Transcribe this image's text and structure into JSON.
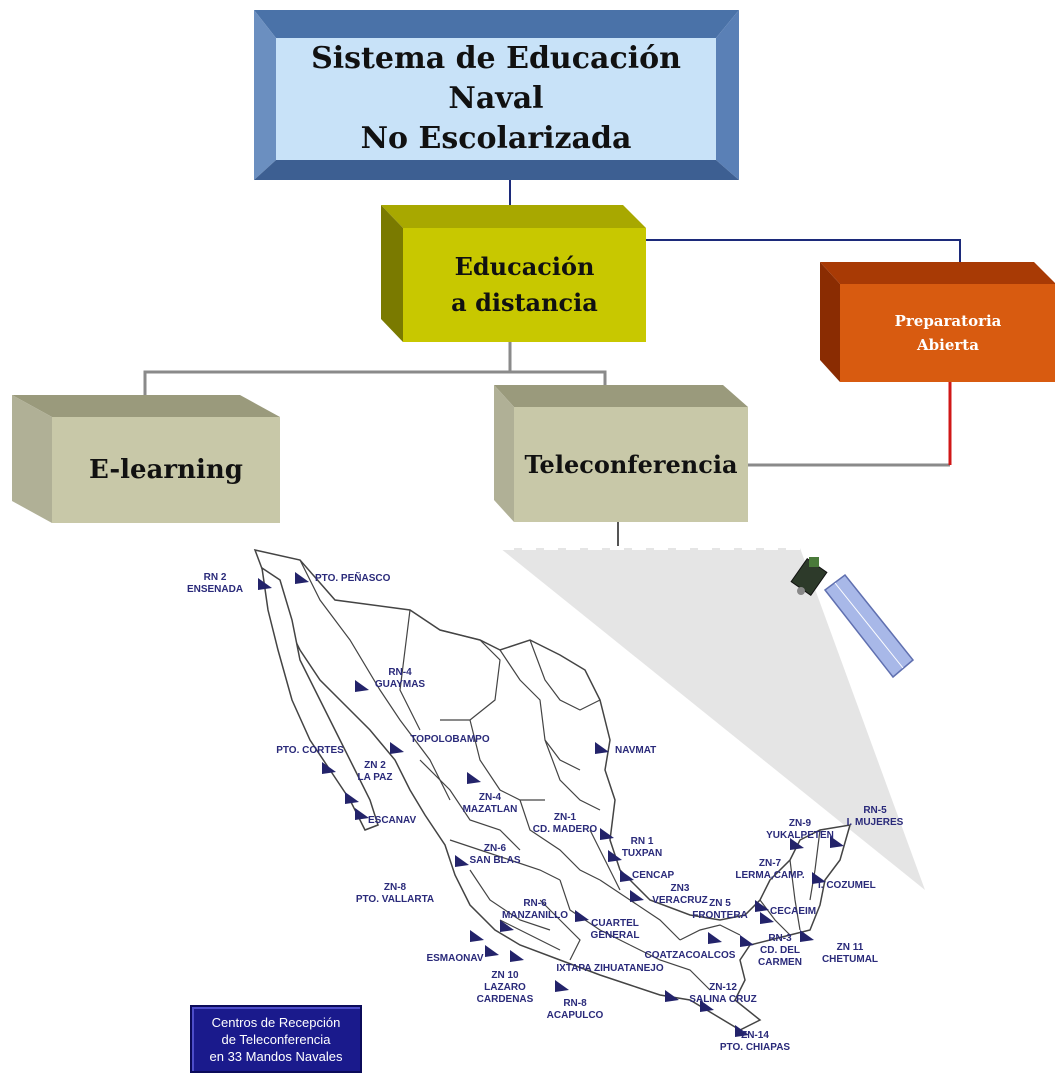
{
  "boxes": {
    "root": "Sistema de Educación Naval\nNo Escolarizada",
    "distance": "Educación\na distancia",
    "prep": "Preparatoria\nAbierta",
    "elearning": "E-learning",
    "teleconf": "Teleconferencia"
  },
  "map": {
    "legend": "Centros de Recepción\nde Teleconferencia\nen 33 Mandos Navales",
    "places": {
      "rn2": "RN 2\nENSENADA",
      "penasco": "PTO. PEÑASCO",
      "rn4": "RN-4\nGUAYMAS",
      "topolobampo": "TOPOLOBAMPO",
      "navmat": "NAVMAT",
      "cortes": "PTO. CORTES",
      "zn2": "ZN 2\nLA PAZ",
      "zn4": "ZN-4\nMAZATLAN",
      "escanav": "ESCANAV",
      "zn1": "ZN-1\nCD. MADERO",
      "rn1": "RN 1\nTUXPAN",
      "zn6": "ZN-6\nSAN BLAS",
      "cencap": "CENCAP",
      "zn3": "ZN3\nVERACRUZ",
      "zn8": "ZN-8\nPTO. VALLARTA",
      "rn6": "RN-6\nMANZANILLO",
      "cuartel": "CUARTEL\nGENERAL",
      "zn9": "ZN-9\nYUKALPETEN",
      "rn5": "RN-5\nI. MUJERES",
      "zn7": "ZN-7\nLERMA,CAMP.",
      "cozumel": "I. COZUMEL",
      "zn5": "ZN 5\nFRONTERA",
      "cecaeim": "CECAEIM",
      "rn3": "RN-3\nCD. DEL\nCARMEN",
      "zn11": "ZN 11\nCHETUMAL",
      "esmaonav": "ESMAONAV",
      "zn10": "ZN 10\nLAZARO\nCARDENAS",
      "ixtapa": "IXTAPA ZIHUATANEJO",
      "coatza": "COATZACOALCOS",
      "rn8": "RN-8\nACAPULCO",
      "zn12": "ZN-12\nSALINA CRUZ",
      "zn14": "ZN-14\nPTO. CHIAPAS"
    }
  },
  "colors": {
    "root_front": "#c8e2f8",
    "root_top": "#4a72a8",
    "root_side": "#6b8fc0",
    "distance_front": "#c8c800",
    "distance_top": "#a8a800",
    "distance_side": "#7a7a00",
    "prep_front": "#d85b10",
    "prep_top": "#a83a05",
    "prep_side": "#8a2c02",
    "grey_front": "#c8c8a8",
    "grey_top": "#9a9a7c",
    "grey_side": "#b0b096",
    "line_blue": "#1c2a7a",
    "line_grey": "#8a8a8a",
    "line_red": "#d01818"
  }
}
